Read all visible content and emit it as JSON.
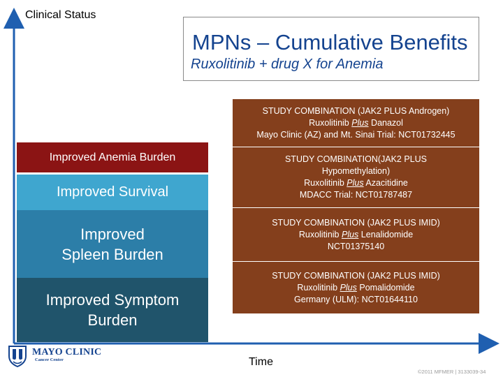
{
  "axes": {
    "y_label": "Clinical Status",
    "x_label": "Time"
  },
  "header": {
    "title": "MPNs – Cumulative Benefits",
    "subtitle": "Ruxolitinib + drug X for Anemia"
  },
  "benefits": [
    {
      "label": "Improved Anemia Burden",
      "color": "#8b1414"
    },
    {
      "label": "Improved Survival",
      "color": "#3fa6cf"
    },
    {
      "label": "Improved Spleen Burden",
      "color": "#2c7ea8"
    },
    {
      "label": "Improved Symptom Burden",
      "color": "#20546b"
    }
  ],
  "studies": [
    {
      "line1": "STUDY COMBINATION (JAK2 PLUS Androgen)",
      "line2_pre": "Ruxolitinib ",
      "line2_plus": "Plus",
      "line2_post": " Danazol",
      "line3": "Mayo Clinic (AZ) and Mt. Sinai Trial: NCT01732445"
    },
    {
      "line1": "STUDY COMBINATION(JAK2 PLUS",
      "line1b": "Hypomethylation)",
      "line2_pre": "Ruxolitinib ",
      "line2_plus": "Plus",
      "line2_post": " Azacitidine",
      "line3": "MDACC Trial: NCT01787487"
    },
    {
      "line1": "STUDY COMBINATION (JAK2 PLUS IMID)",
      "line2_pre": "Ruxolitinib ",
      "line2_plus": "Plus",
      "line2_post": " Lenalidomide",
      "line3": "NCT01375140"
    },
    {
      "line1": "STUDY COMBINATION (JAK2 PLUS IMID)",
      "line2_pre": "Ruxolitinib ",
      "line2_plus": "Plus",
      "line2_post": " Pomalidomide",
      "line3": "Germany (ULM): NCT01644110"
    }
  ],
  "logo": {
    "name": "MAYO CLINIC",
    "sub": "Cancer Center"
  },
  "footer": "©2011 MFMER | 3133039-34",
  "colors": {
    "title": "#14438f",
    "study_box": "#843f1c",
    "axis": "#1f5fb0"
  }
}
